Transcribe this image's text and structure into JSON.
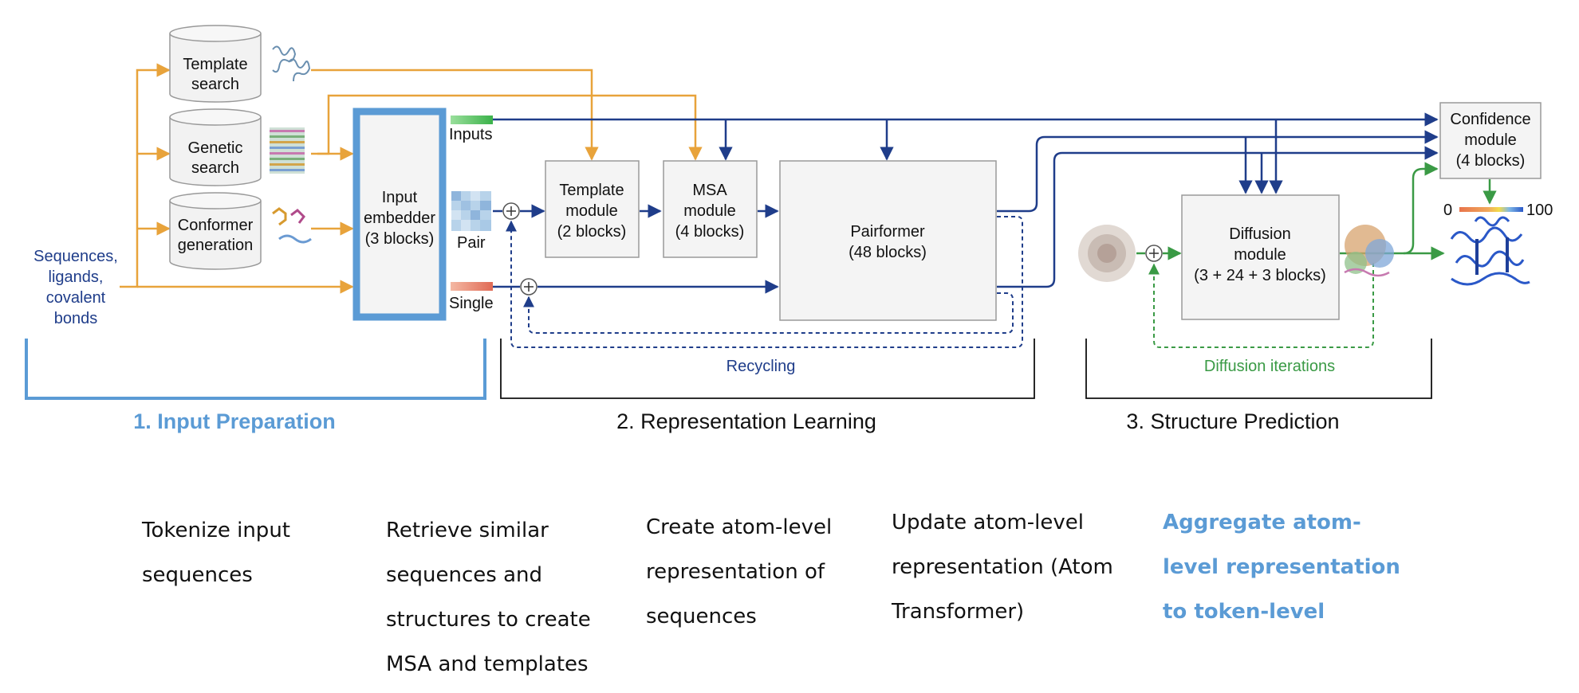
{
  "colors": {
    "orange": "#e8a33b",
    "navy": "#1f3d8a",
    "blue_highlight": "#5b9bd5",
    "green": "#3a9a45",
    "box_fill": "#f4f4f4",
    "box_stroke": "#9a9a9a"
  },
  "inputs": {
    "sequences": [
      "Sequences,",
      "ligands,",
      "covalent",
      "bonds"
    ],
    "template_search": [
      "Template",
      "search"
    ],
    "genetic_search": [
      "Genetic",
      "search"
    ],
    "conformer_generation": [
      "Conformer",
      "generation"
    ],
    "input_embedder": [
      "Input",
      "embedder",
      "(3 blocks)"
    ]
  },
  "streams": {
    "inputs": "Inputs",
    "pair": "Pair",
    "single": "Single"
  },
  "modules": {
    "template": [
      "Template",
      "module",
      "(2 blocks)"
    ],
    "msa": [
      "MSA",
      "module",
      "(4 blocks)"
    ],
    "pairformer": [
      "Pairformer",
      "(48 blocks)"
    ],
    "diffusion": [
      "Diffusion",
      "module",
      "(3 + 24 + 3 blocks)"
    ],
    "confidence": [
      "Confidence",
      "module",
      "(4 blocks)"
    ]
  },
  "confidence_scale": {
    "min": "0",
    "max": "100"
  },
  "loops": {
    "recycling": "Recycling",
    "diffusion_iterations": "Diffusion iterations"
  },
  "sections": {
    "input_preparation": "1. Input Preparation",
    "representation_learning": "2. Representation Learning",
    "structure_prediction": "3. Structure Prediction"
  },
  "steps": [
    {
      "lines": [
        "Tokenize input",
        "sequences"
      ],
      "highlight": false
    },
    {
      "lines": [
        "Retrieve similar",
        "sequences and",
        "structures to create",
        "MSA and templates"
      ],
      "highlight": false
    },
    {
      "lines": [
        "Create atom-level",
        "representation of",
        "sequences"
      ],
      "highlight": false
    },
    {
      "lines": [
        "Update atom-level",
        "representation (Atom",
        "Transformer)"
      ],
      "highlight": false
    },
    {
      "lines": [
        "Aggregate atom-",
        "level representation",
        "to token-level"
      ],
      "highlight": true
    }
  ]
}
